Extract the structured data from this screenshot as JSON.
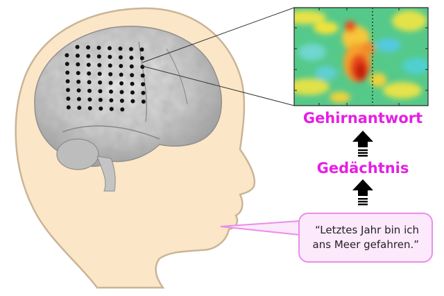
{
  "labels": {
    "brain_response": "Gehirnantwort",
    "memory": "Gedächtnis"
  },
  "speech": {
    "line1": "“Letztes Jahr bin ich",
    "line2": "ans Meer gefahren.”"
  },
  "colors": {
    "label": "#e51ee5",
    "skin": "#fbe6c7",
    "skin_outline": "#c9b596",
    "brain": "#cfcfcf",
    "electrode": "#111111",
    "arrow": "#000000",
    "speech_border": "#e98ee8",
    "speech_fill": "#fce9fc"
  },
  "icons": {
    "up_arrow_1": "up-arrow-icon",
    "up_arrow_2": "up-arrow-icon"
  }
}
